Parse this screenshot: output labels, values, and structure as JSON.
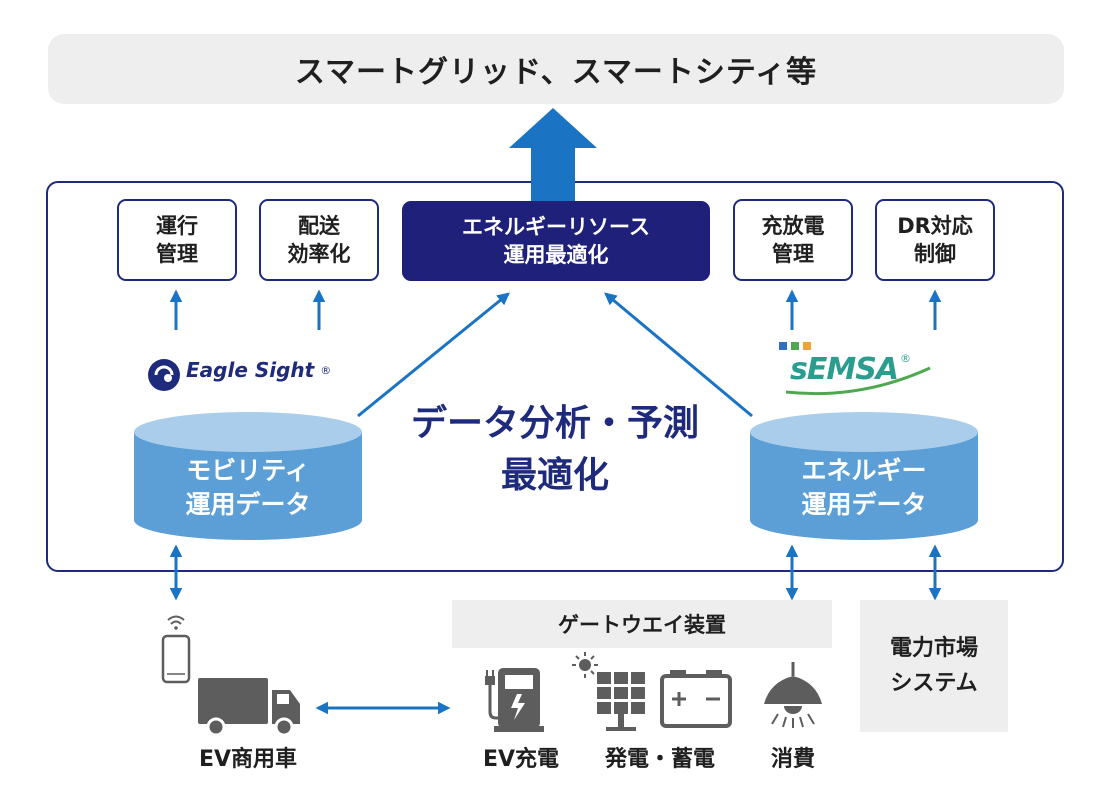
{
  "banner": {
    "text": "スマートグリッド、スマートシティ等"
  },
  "top_boxes": {
    "unko": [
      "運行",
      "管理"
    ],
    "haiso": [
      "配送",
      "効率化"
    ],
    "energy": [
      "エネルギーリソース",
      "運用最適化"
    ],
    "juhoden": [
      "充放電",
      "管理"
    ],
    "dr": [
      "DR対応",
      "制御"
    ]
  },
  "logos": {
    "eagle": {
      "text": "Eagle Sight",
      "mark": "®"
    },
    "semsa": {
      "text": "sEMSA",
      "mark": "®"
    }
  },
  "center": {
    "line1": "データ分析・予測",
    "line2": "最適化"
  },
  "databases": {
    "mobility": [
      "モビリティ",
      "運用データ"
    ],
    "energy": [
      "エネルギー",
      "運用データ"
    ]
  },
  "gateway": {
    "text": "ゲートウエイ装置"
  },
  "market": [
    "電力市場",
    "システム"
  ],
  "bottom_labels": {
    "ev_truck": "EV商用車",
    "ev_charge": "EV充電",
    "gen_storage": "発電・蓄電",
    "consumption": "消費"
  },
  "colors": {
    "navy": "#1e2079",
    "arrow_blue": "#1a74c3",
    "db_blue": "#5b9fd6",
    "gray_fill": "#eeeeee",
    "icon_gray": "#5d5d5d"
  }
}
